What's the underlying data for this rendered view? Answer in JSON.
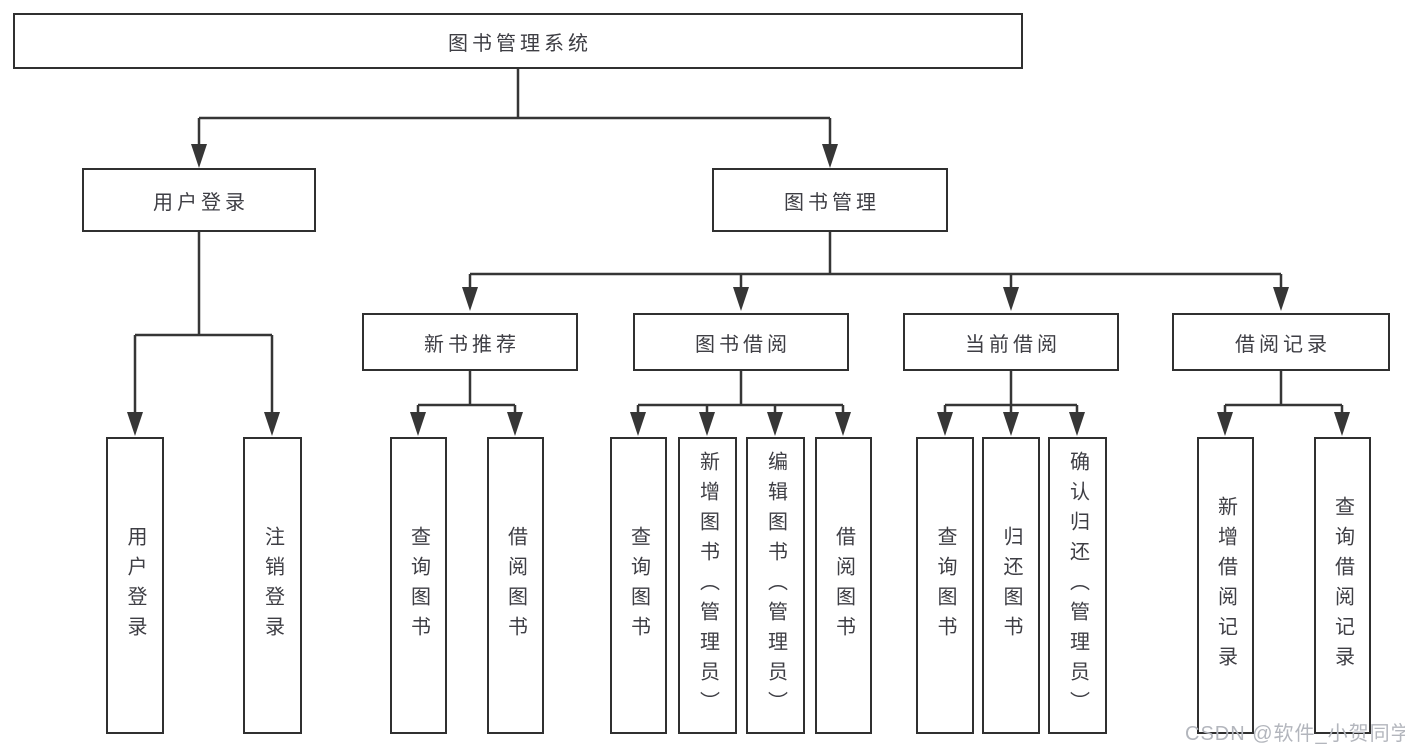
{
  "diagram": {
    "tree": {
      "label": "图书管理系统",
      "children": [
        {
          "label": "用户登录",
          "children": [
            {
              "label": "用户登录"
            },
            {
              "label": "注销登录"
            }
          ]
        },
        {
          "label": "图书管理",
          "children": [
            {
              "label": "新书推荐",
              "children": [
                {
                  "label": "查询图书"
                },
                {
                  "label": "借阅图书"
                }
              ]
            },
            {
              "label": "图书借阅",
              "children": [
                {
                  "label": "查询图书"
                },
                {
                  "label": "新增图书（管理员）"
                },
                {
                  "label": "编辑图书（管理员）"
                },
                {
                  "label": "借阅图书"
                }
              ]
            },
            {
              "label": "当前借阅",
              "children": [
                {
                  "label": "查询图书"
                },
                {
                  "label": "归还图书"
                },
                {
                  "label": "确认归还（管理员）"
                }
              ]
            },
            {
              "label": "借阅记录",
              "children": [
                {
                  "label": "新增借阅记录"
                },
                {
                  "label": "查询借阅记录"
                }
              ]
            }
          ]
        }
      ]
    },
    "colors": {
      "line": "#363636",
      "border": "#303030",
      "text": "#3e3e44",
      "watermark": "#b3b6bd",
      "background": "#ffffff"
    },
    "watermark": {
      "text": "CSDN @软件_小贺同学"
    }
  }
}
